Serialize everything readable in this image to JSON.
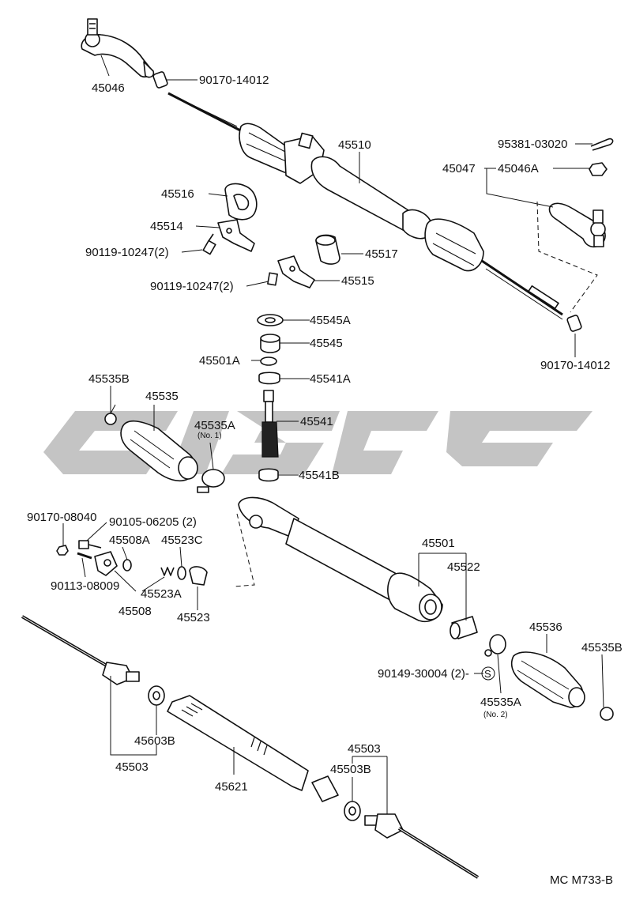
{
  "diagram_ref": "MC M733-B",
  "colors": {
    "ink": "#111111",
    "watermark": "#c4c4c4",
    "background": "#ffffff"
  },
  "labels": {
    "p45046": "45046",
    "p90170_14012_top": "90170-14012",
    "p45510": "45510",
    "p95381_03020": "95381-03020",
    "p45047": "45047",
    "p45046A": "45046A",
    "p45516": "45516",
    "p45514": "45514",
    "p90119_10247_a": "90119-10247(2)",
    "p45517": "45517",
    "p90119_10247_b": "90119-10247(2)",
    "p45515": "45515",
    "p45545A": "45545A",
    "p45545": "45545",
    "p45501A": "45501A",
    "p45541A": "45541A",
    "p90170_14012_right": "90170-14012",
    "p45535B_left": "45535B",
    "p45535": "45535",
    "p45535A_no1": "45535A",
    "p45535A_no1_sub": "(No. 1)",
    "p45541": "45541",
    "p45541B": "45541B",
    "p90170_08040": "90170-08040",
    "p90105_06205": "90105-06205 (2)",
    "p45508A": "45508A",
    "p45523C": "45523C",
    "p90113_08009": "90113-08009",
    "p45523A": "45523A",
    "p45508": "45508",
    "p45523": "45523",
    "p45501": "45501",
    "p45522": "45522",
    "p45536": "45536",
    "p45535B_right": "45535B",
    "p90149_30004": "90149-30004 (2)-",
    "p45535A_no2": "45535A",
    "p45535A_no2_sub": "(No. 2)",
    "p45603B_left": "45603B",
    "p45503_left": "45503",
    "p45621": "45621",
    "p45503_right": "45503",
    "p45503B_right": "45503B"
  },
  "icons": {
    "snap_ring_symbol": "S"
  }
}
